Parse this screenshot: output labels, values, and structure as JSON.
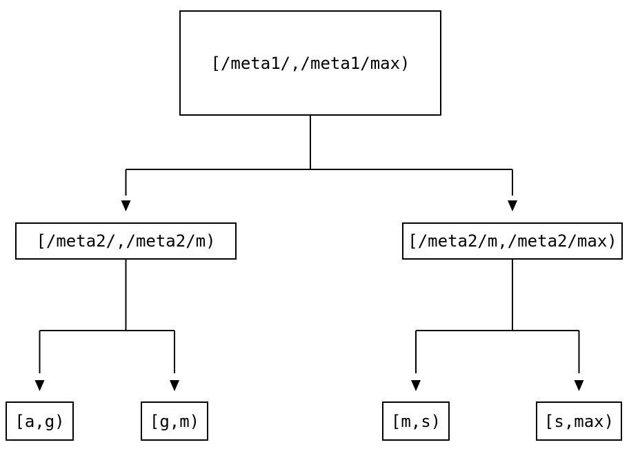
{
  "diagram": {
    "type": "tree",
    "description": "Interval partition tree",
    "colors": {
      "background": "#ffffff",
      "line": "#000000",
      "text": "#000000",
      "node_fill": "#ffffff"
    },
    "nodes": {
      "root": {
        "label": "[/meta1/,/meta1/max)",
        "children": [
          "meta2_low",
          "meta2_high"
        ]
      },
      "meta2_low": {
        "label": "[/meta2/,/meta2/m)",
        "children": [
          "ag",
          "gm"
        ]
      },
      "meta2_high": {
        "label": "[/meta2/m,/meta2/max)",
        "children": [
          "ms",
          "smax"
        ]
      },
      "ag": {
        "label": "[a,g)",
        "children": []
      },
      "gm": {
        "label": "[g,m)",
        "children": []
      },
      "ms": {
        "label": "[m,s)",
        "children": []
      },
      "smax": {
        "label": "[s,max)",
        "children": []
      }
    }
  }
}
